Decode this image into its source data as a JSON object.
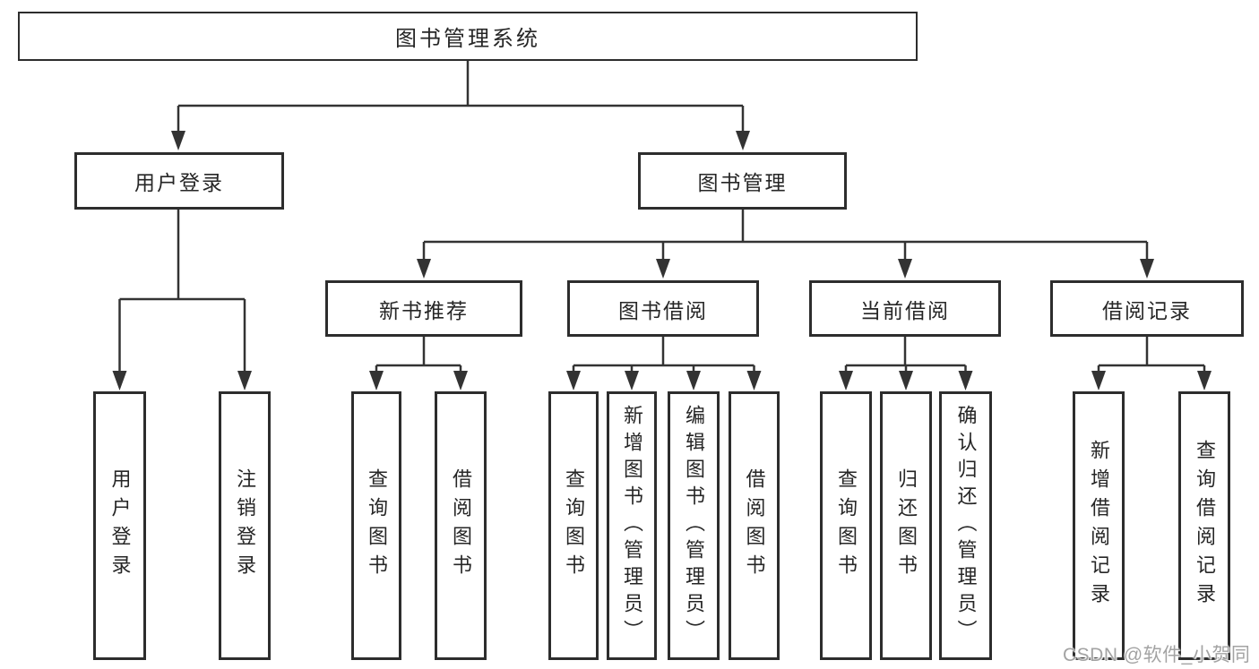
{
  "diagram": {
    "root": {
      "label": "图书管理系统"
    },
    "branches": [
      {
        "label": "用户登录",
        "children": [
          {
            "label": "用户登录"
          },
          {
            "label": "注销登录"
          }
        ]
      },
      {
        "label": "图书管理",
        "children": [
          {
            "label": "新书推荐",
            "children": [
              {
                "label": "查询图书"
              },
              {
                "label": "借阅图书"
              }
            ]
          },
          {
            "label": "图书借阅",
            "children": [
              {
                "label": "查询图书"
              },
              {
                "label": "新增图书（管理员）"
              },
              {
                "label": "编辑图书（管理员）"
              },
              {
                "label": "借阅图书"
              }
            ]
          },
          {
            "label": "当前借阅",
            "children": [
              {
                "label": "查询图书"
              },
              {
                "label": "归还图书"
              },
              {
                "label": "确认归还（管理员）"
              }
            ]
          },
          {
            "label": "借阅记录",
            "children": [
              {
                "label": "新增借阅记录"
              },
              {
                "label": "查询借阅记录"
              }
            ]
          }
        ]
      }
    ],
    "colors": {
      "line": "#333333",
      "box_border": "#2d2d2d",
      "text": "#262626",
      "background": "#ffffff",
      "watermark_text": "#a3a3a3"
    }
  },
  "watermark": {
    "text": "CSDN @软件_小贺同学"
  }
}
